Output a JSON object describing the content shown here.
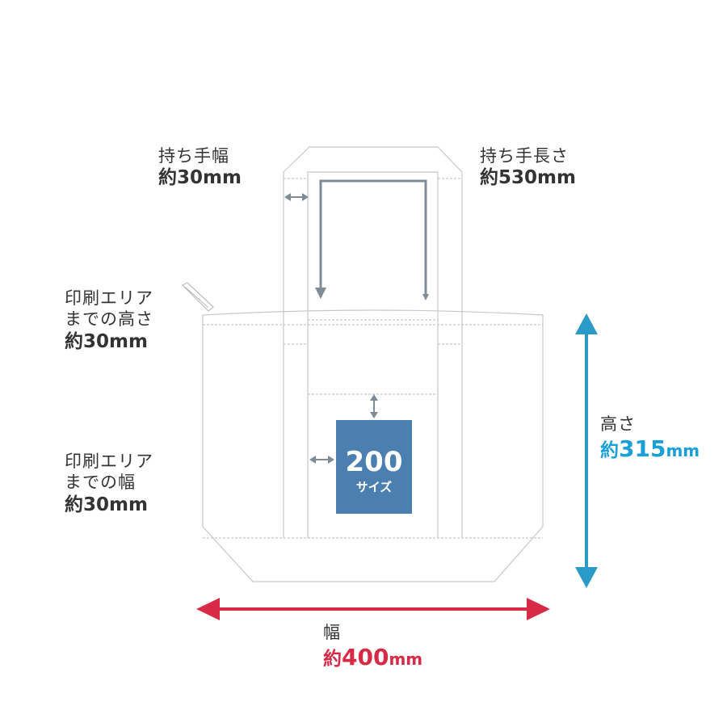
{
  "labels": {
    "handle_width": {
      "title": "持ち手幅",
      "prefix": "約",
      "number": "30",
      "unit": "mm"
    },
    "handle_length": {
      "title": "持ち手長さ",
      "prefix": "約",
      "number": "530",
      "unit": "mm"
    },
    "print_area_height": {
      "title_line1": "印刷エリア",
      "title_line2": "までの高さ",
      "prefix": "約",
      "number": "30",
      "unit": "mm"
    },
    "print_area_width": {
      "title_line1": "印刷エリア",
      "title_line2": "までの幅",
      "prefix": "約",
      "number": "30",
      "unit": "mm"
    },
    "height": {
      "title": "高さ",
      "prefix": "約",
      "number": "315",
      "unit": "mm"
    },
    "width": {
      "title": "幅",
      "prefix": "約",
      "number": "400",
      "unit": "mm"
    }
  },
  "print_badge": {
    "size": "200",
    "caption": "サイズ"
  },
  "colors": {
    "outline": "#c8c8c8",
    "dim_gray": "#7f8b96",
    "height_arrow": "#2a9ac8",
    "width_arrow": "#d62a46",
    "badge": "#4a7fb0"
  }
}
